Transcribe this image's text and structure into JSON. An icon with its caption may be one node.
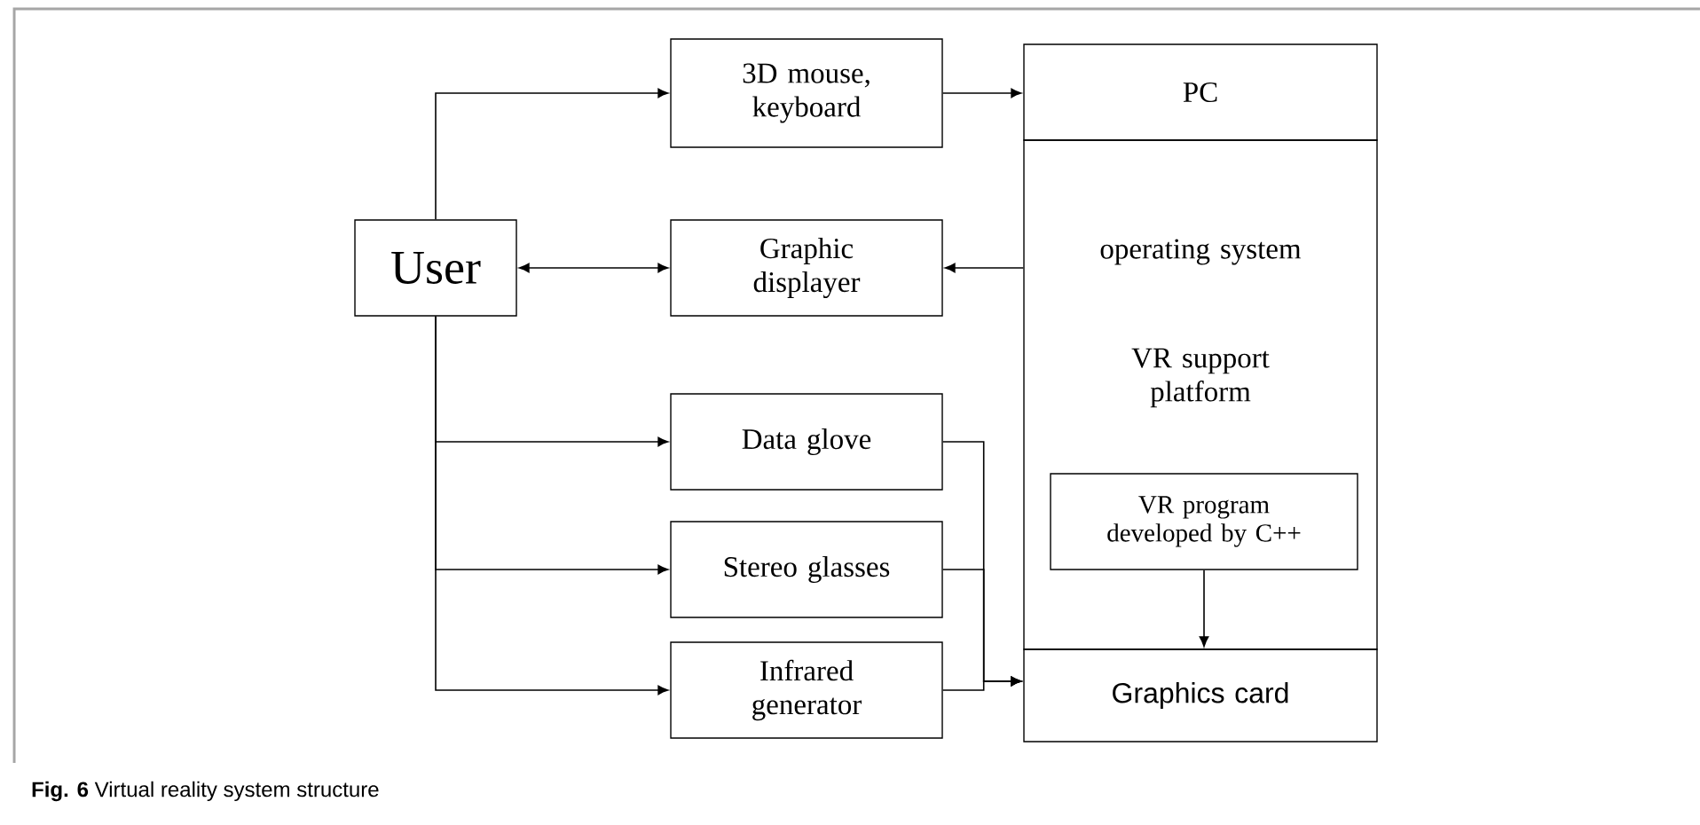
{
  "diagram": {
    "caption": "**Fig. 6** Virtual reality system structure",
    "nodes": [
      {
        "text": [
          "User"
        ]
      },
      {
        "text": [
          "3D mouse, keyboard"
        ]
      },
      {
        "text": [
          "Graphic displayer"
        ]
      },
      {
        "text": [
          "Data glove"
        ]
      },
      {
        "text": [
          "Stereo glasses"
        ]
      },
      {
        "text": [
          "Infrared generator"
        ]
      },
      {
        "text": [
          "PC"
        ]
      },
      {
        "text": [
          "operating system",
          "VR support platform"
        ]
      },
      {
        "text": [
          "VR program developed by C++"
        ],
        "in": 7
      },
      {
        "text": [
          "Graphics card"
        ]
      }
    ],
    "edges": [
      {
        "from": 0,
        "to": 1,
        "arrow": "to"
      },
      {
        "from": 0,
        "to": 2,
        "arrow": "both"
      },
      {
        "from": 7,
        "to": 2,
        "arrow": "to"
      },
      {
        "from": 1,
        "to": 6,
        "arrow": "to"
      },
      {
        "from": 0,
        "to": 3,
        "arrow": "to"
      },
      {
        "from": 0,
        "to": 4,
        "arrow": "to"
      },
      {
        "from": 0,
        "to": 5,
        "arrow": "to"
      },
      {
        "from": 3,
        "to": 9,
        "arrow": "to"
      },
      {
        "from": 4,
        "to": 9,
        "arrow": "to"
      },
      {
        "from": 5,
        "to": 9,
        "arrow": "to"
      },
      {
        "from": 8,
        "to": 9,
        "arrow": "to"
      }
    ]
  }
}
